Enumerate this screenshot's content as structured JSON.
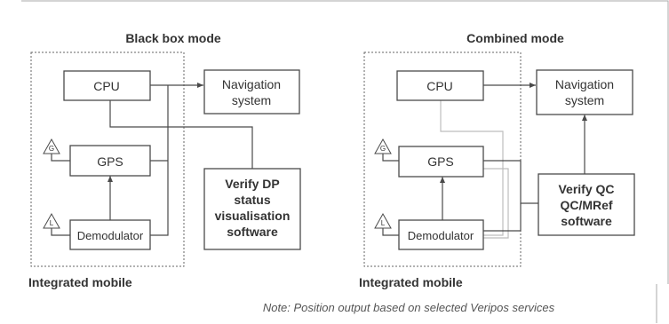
{
  "diagrams": [
    {
      "title": "Black box mode",
      "group_label": "Integrated mobile",
      "cpu": "CPU",
      "gps": "GPS",
      "demodulator": "Demodulator",
      "navigation": [
        "Navigation",
        "system"
      ],
      "software": [
        "Verify DP",
        "status",
        "visualisation",
        "software"
      ],
      "antenna_g": "G",
      "antenna_l": "L"
    },
    {
      "title": "Combined mode",
      "group_label": "Integrated mobile",
      "cpu": "CPU",
      "gps": "GPS",
      "demodulator": "Demodulator",
      "navigation": [
        "Navigation",
        "system"
      ],
      "software": [
        "Verify QC",
        "QC/MRef",
        "software"
      ],
      "antenna_g": "G",
      "antenna_l": "L"
    }
  ],
  "note": "Note: Position output based on selected Veripos services"
}
